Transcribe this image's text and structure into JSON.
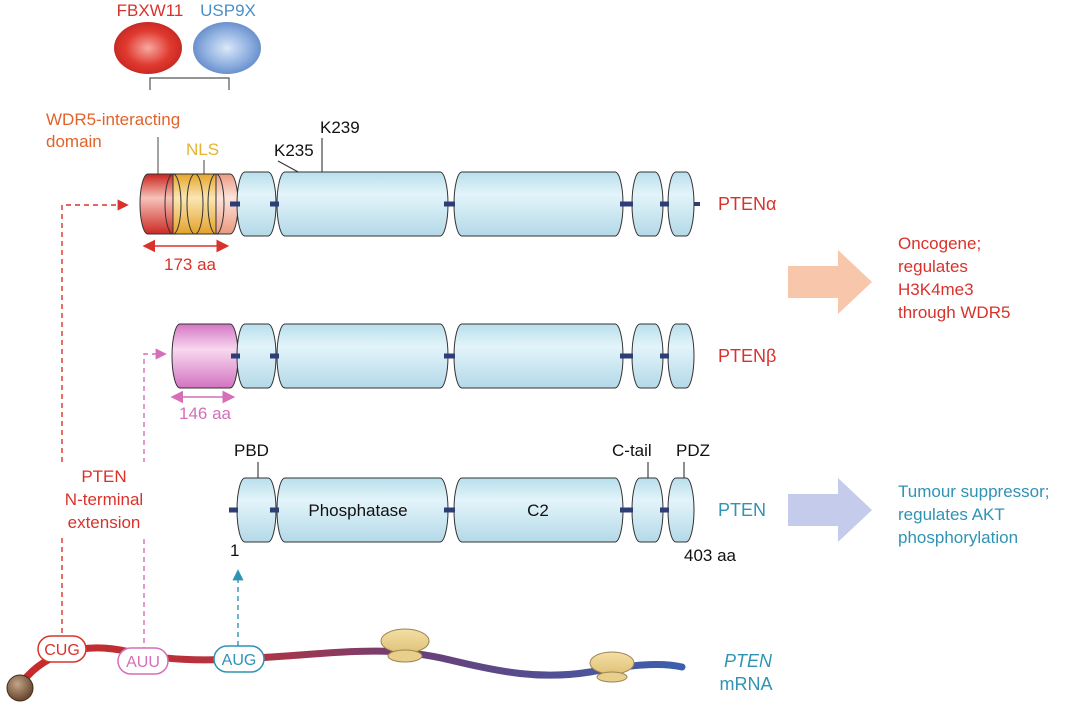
{
  "partners": {
    "left": "FBXW11",
    "right": "USP9X"
  },
  "labels": {
    "wdr5_line1": "WDR5-interacting",
    "wdr5_line2": "domain",
    "nls": "NLS",
    "k239": "K239",
    "k235": "K235",
    "len_alpha": "173 aa",
    "len_beta": "146 aa",
    "nterm_line1": "PTEN",
    "nterm_line2": "N-terminal",
    "nterm_line3": "extension",
    "pbd": "PBD",
    "ctail": "C-tail",
    "pdz": "PDZ",
    "phosphatase": "Phosphatase",
    "c2": "C2",
    "pos_start": "1",
    "pos_end": "403 aa"
  },
  "isoforms": {
    "alpha": "PTENα",
    "beta": "PTENβ",
    "pten": "PTEN"
  },
  "outcomes": {
    "onco_1": "Oncogene;",
    "onco_2": "regulates",
    "onco_3": "H3K4me3",
    "onco_4": "through WDR5",
    "tumour_1": "Tumour suppressor;",
    "tumour_2": "regulates AKT",
    "tumour_3": "phosphorylation"
  },
  "mrna": {
    "cug": "CUG",
    "auu": "AUU",
    "aug": "AUG",
    "name": "PTEN",
    "suffix": "mRNA"
  },
  "colors": {
    "red": "#d8322b",
    "blue": "#4a8fc8",
    "orange": "#e2632a",
    "gold": "#e7b32e",
    "pink": "#d46fb8",
    "teal": "#2f93b4",
    "domain_fill": "#cde9f2",
    "linker": "#2c3e75",
    "arrow_salmon": "#f8c6ab",
    "arrow_lavender": "#c4cbeb"
  }
}
